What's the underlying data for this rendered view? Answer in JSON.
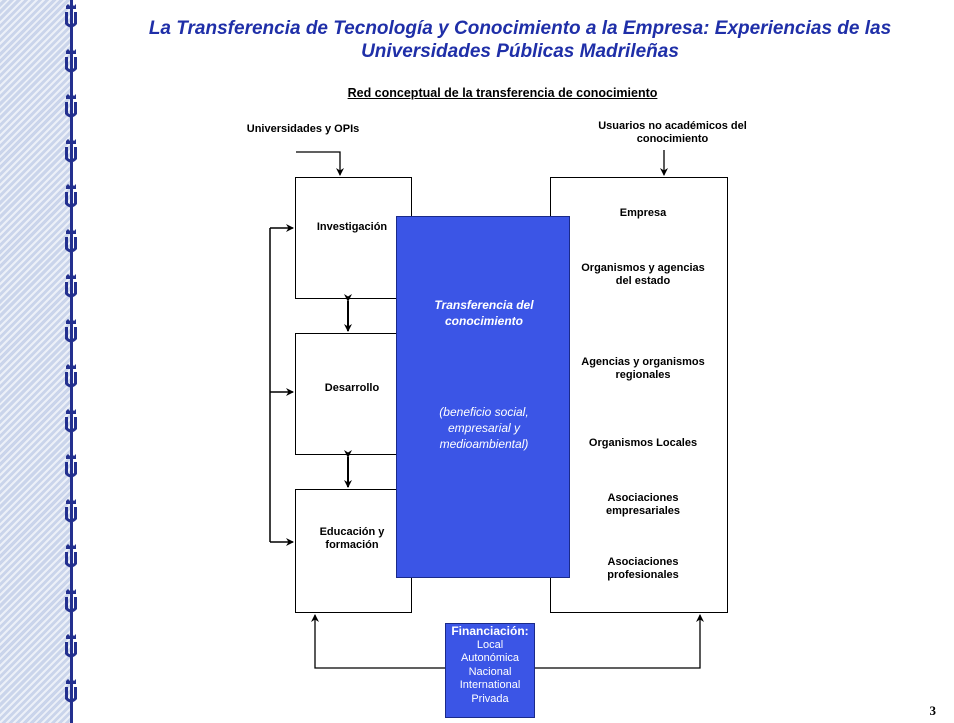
{
  "title": "La Transferencia de Tecnología y Conocimiento a la Empresa: Experiencias de las Universidades Públicas Madrileñas",
  "subtitle": "Red conceptual de la transferencia de conocimiento",
  "left_header": "Universidades y OPIs",
  "right_header": "Usuarios no académicos del conocimiento",
  "left_boxes": {
    "investigacion": "Investigación",
    "desarrollo": "Desarrollo",
    "educacion": "Educación y formación"
  },
  "center": {
    "main": "Transferencia del conocimiento",
    "sub": "(beneficio social, empresarial y medioambiental)"
  },
  "right_items": [
    "Empresa",
    "Organismos y agencias   del estado",
    "Agencias y organismos regionales",
    "Organismos Locales",
    "Asociaciones empresariales",
    "Asociaciones profesionales"
  ],
  "financiacion": {
    "title": "Financiación:",
    "items": [
      "Local",
      "Autonómica",
      "Nacional",
      "International",
      "Privada"
    ]
  },
  "page_number": "3",
  "colors": {
    "accent": "#3b55e6",
    "title": "#1f2fa8",
    "sidebar_line": "#23308f"
  }
}
